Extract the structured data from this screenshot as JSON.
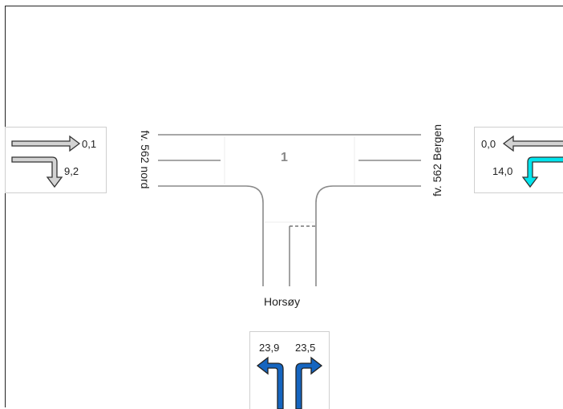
{
  "intersection": {
    "node_id": "1"
  },
  "roads": {
    "west": "fv. 562 nord",
    "east": "fv. 562 Bergen",
    "south": "Horsøy"
  },
  "approaches": {
    "west": {
      "straight": "0,1",
      "right": "9,2"
    },
    "east": {
      "straight": "0,0",
      "left": "14,0"
    },
    "south": {
      "left": "23,9",
      "right": "23,5"
    }
  },
  "colors": {
    "low": "#d3d3d3",
    "medium": "#00e5ee",
    "high": "#1565c0",
    "road_line": "#8a8a8a"
  }
}
